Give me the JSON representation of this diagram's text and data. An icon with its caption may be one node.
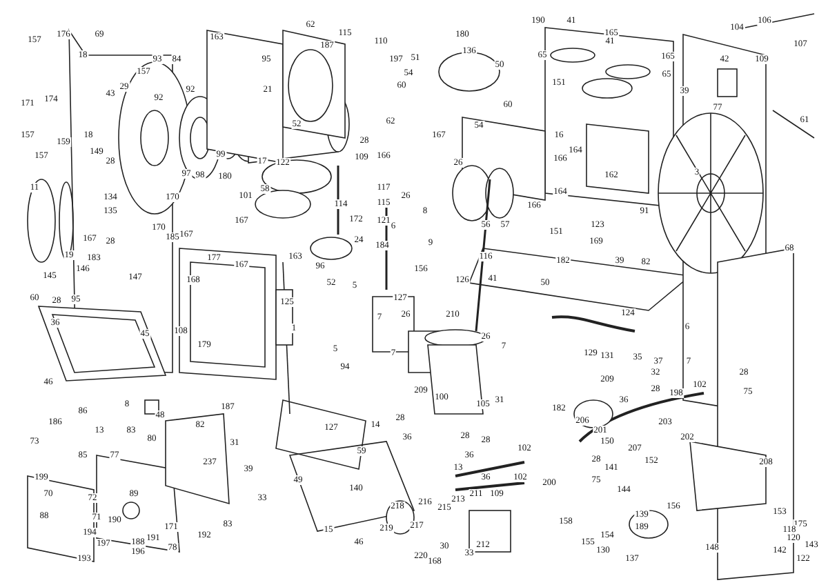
{
  "diagram": {
    "labels": [
      "157",
      "176",
      "69",
      "18",
      "163",
      "93",
      "84",
      "157",
      "92",
      "92",
      "95",
      "29",
      "43",
      "21",
      "171",
      "174",
      "157",
      "159",
      "18",
      "157",
      "97",
      "98",
      "99",
      "17",
      "149",
      "28",
      "134",
      "135",
      "11",
      "19",
      "180",
      "170",
      "101",
      "58",
      "167",
      "167",
      "167",
      "28",
      "183",
      "146",
      "145",
      "147",
      "170",
      "185",
      "168",
      "177",
      "167",
      "62",
      "115",
      "187",
      "110",
      "197",
      "51",
      "54",
      "60",
      "52",
      "62",
      "167",
      "136",
      "180",
      "190",
      "50",
      "65",
      "60",
      "54",
      "28",
      "109",
      "166",
      "122",
      "26",
      "117",
      "114",
      "115",
      "26",
      "8",
      "172",
      "121",
      "6",
      "9",
      "24",
      "184",
      "156",
      "126",
      "116",
      "41",
      "56",
      "57",
      "163",
      "96",
      "52",
      "5",
      "166",
      "50",
      "41",
      "165",
      "41",
      "165",
      "65",
      "151",
      "16",
      "164",
      "166",
      "162",
      "164",
      "39",
      "42",
      "77",
      "104",
      "106",
      "107",
      "109",
      "61",
      "3",
      "91",
      "151",
      "123",
      "169",
      "182",
      "39",
      "82",
      "68",
      "60",
      "28",
      "95",
      "36",
      "45",
      "108",
      "179",
      "46",
      "86",
      "8",
      "48",
      "186",
      "13",
      "73",
      "83",
      "80",
      "85",
      "77",
      "187",
      "82",
      "31",
      "39",
      "199",
      "237",
      "70",
      "72",
      "89",
      "71",
      "33",
      "88",
      "190",
      "171",
      "83",
      "194",
      "188",
      "191",
      "78",
      "192",
      "197",
      "193",
      "196",
      "125",
      "127",
      "1",
      "5",
      "7",
      "7",
      "26",
      "210",
      "26",
      "7",
      "94",
      "209",
      "100",
      "105",
      "28",
      "14",
      "36",
      "127",
      "28",
      "28",
      "31",
      "36",
      "13",
      "102",
      "102",
      "109",
      "36",
      "200",
      "59",
      "49",
      "140",
      "15",
      "46",
      "211",
      "218",
      "216",
      "215",
      "213",
      "217",
      "219",
      "220",
      "168",
      "30",
      "33",
      "212",
      "124",
      "6",
      "129",
      "131",
      "35",
      "37",
      "7",
      "32",
      "28",
      "28",
      "75",
      "36",
      "198",
      "102",
      "209",
      "206",
      "201",
      "203",
      "202",
      "150",
      "207",
      "141",
      "28",
      "75",
      "182",
      "152",
      "208",
      "153",
      "144",
      "139",
      "156",
      "189",
      "158",
      "154",
      "155",
      "175",
      "118",
      "130",
      "137",
      "148",
      "120",
      "143",
      "142",
      "122"
    ]
  }
}
